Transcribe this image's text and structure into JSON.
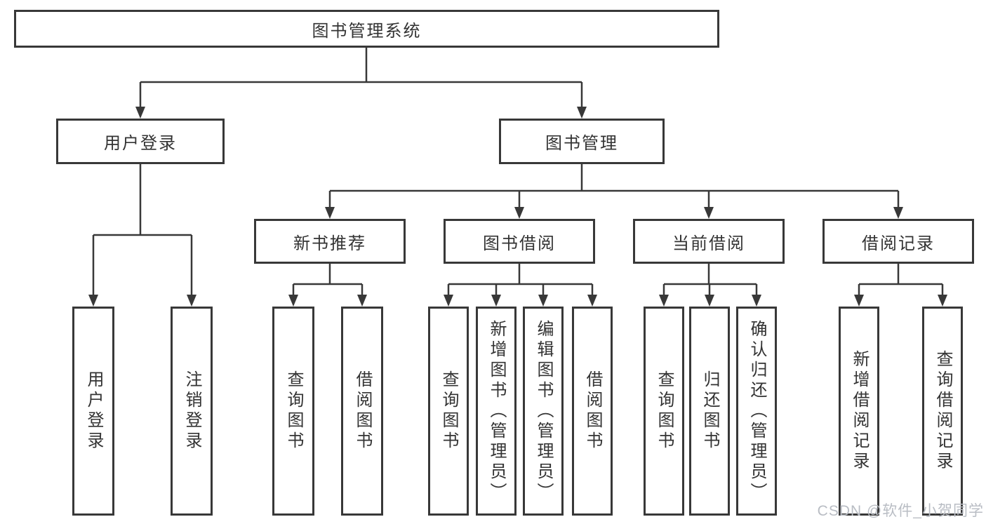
{
  "diagram": {
    "root_label": "图书管理系统",
    "level2": [
      "用户登录",
      "图书管理"
    ],
    "level3": [
      "新书推荐",
      "图书借阅",
      "当前借阅",
      "借阅记录"
    ],
    "level4": [
      "用户登录",
      "注销登录",
      "查询图书",
      "借阅图书",
      "查询图书",
      "新增图书（管理员）",
      "编辑图书（管理员）",
      "借阅图书",
      "查询图书",
      "归还图书",
      "确认归还（管理员）",
      "新增借阅记录",
      "查询借阅记录"
    ]
  },
  "colors": {
    "line": "#383838",
    "text": "#333333",
    "box_bg": "#ffffff",
    "watermark": "#b9bdc4"
  },
  "watermark": {
    "text": "CSDN @软件_小贺同学"
  }
}
